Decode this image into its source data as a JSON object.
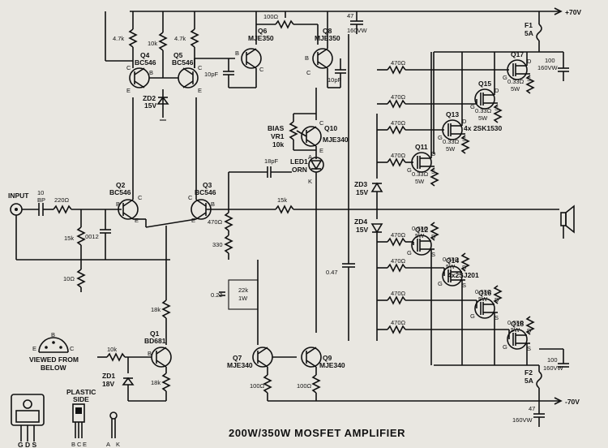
{
  "title": "200W/350W MOSFET AMPLIFIER",
  "rails": {
    "positive": "+70V",
    "negative": "-70V"
  },
  "input": {
    "label": "INPUT",
    "cap": [
      "10",
      "BP"
    ],
    "r": "220Ω",
    "r2": "15k",
    "c2": ".0012",
    "r3": "10Ω"
  },
  "transistors": {
    "q1": {
      "name": "Q1",
      "part": "BD681"
    },
    "q2": {
      "name": "Q2",
      "part": "BC546"
    },
    "q3": {
      "name": "Q3",
      "part": "BC546"
    },
    "q4": {
      "name": "Q4",
      "part": "BC546"
    },
    "q5": {
      "name": "Q5",
      "part": "BC546"
    },
    "q6": {
      "name": "Q6",
      "part": "MJE350"
    },
    "q7": {
      "name": "Q7",
      "part": "MJE340"
    },
    "q8": {
      "name": "Q8",
      "part": "MJE350"
    },
    "q9": {
      "name": "Q9",
      "part": "MJE340"
    },
    "q10": {
      "name": "Q10",
      "part": "MJE340"
    }
  },
  "mosfets": {
    "upper": {
      "labels": [
        "Q11",
        "Q13",
        "Q15",
        "Q17"
      ],
      "part": "4x 2SK1530"
    },
    "lower": {
      "labels": [
        "Q12",
        "Q14",
        "Q16",
        "Q18"
      ],
      "part": "4x2SJ201"
    }
  },
  "resistors": {
    "r47k_a": "4.7k",
    "r10k": "10k",
    "r47k_b": "4.7k",
    "r100": "100Ω",
    "r470_mid": "470Ω",
    "r330": "330",
    "r15k_fb": "15k",
    "r18k_a": "18k",
    "r18k_b": "18k",
    "r10k_q1": "10k",
    "r100_q7": "100Ω",
    "r100_q9": "100Ω",
    "r22k": [
      "22k",
      "1W"
    ],
    "gate": "470Ω",
    "source": [
      "0.33Ω",
      "5W"
    ]
  },
  "caps": {
    "c10pf_a": "10pF",
    "c10pf_b": "10pF",
    "c18pf": "18pF",
    "c047": "0.47",
    "c022": "0.22",
    "c47_top": [
      "47",
      "160VW"
    ],
    "c100_top": [
      "100",
      "160VW"
    ],
    "c100_bot": [
      "100",
      "160VW"
    ],
    "c47_bot": [
      "47",
      "160VW"
    ]
  },
  "zeners": {
    "zd1": [
      "ZD1",
      "18V"
    ],
    "zd2": [
      "ZD2",
      "15V"
    ],
    "zd3": [
      "ZD3",
      "15V"
    ],
    "zd4": [
      "ZD4",
      "15V"
    ]
  },
  "bias": [
    "BIAS",
    "VR1",
    "10k"
  ],
  "led": [
    "LED1",
    "ORN"
  ],
  "fuses": {
    "f1": [
      "F1",
      "5A"
    ],
    "f2": [
      "F2",
      "5A"
    ]
  },
  "pin_letters": {
    "b": "B",
    "c": "C",
    "e": "E",
    "g": "G",
    "d": "D",
    "s": "S",
    "a": "A",
    "k": "K"
  },
  "pinout": {
    "viewed": [
      "VIEWED FROM",
      "BELOW"
    ],
    "plastic": [
      "PLASTIC",
      "SIDE"
    ],
    "gds": "G D S",
    "bce": [
      "B",
      "C",
      "E"
    ],
    "ak": [
      "A",
      "K"
    ],
    "ebc": [
      "E",
      "B",
      "C"
    ]
  }
}
